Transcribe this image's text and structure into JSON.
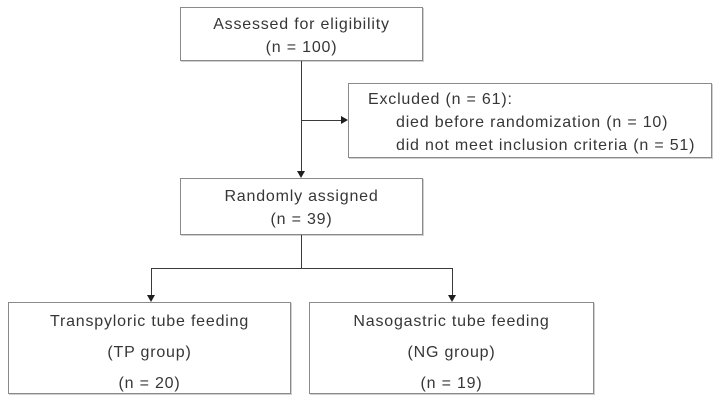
{
  "boxes": {
    "eligibility": {
      "line1": "Assessed for eligibility",
      "line2": "(n = 100)"
    },
    "excluded": {
      "title": "Excluded (n = 61):",
      "items": [
        "died before randomization (n = 10)",
        "did not meet inclusion criteria (n = 51)"
      ]
    },
    "randomized": {
      "line1": "Randomly assigned",
      "line2": "(n = 39)"
    },
    "tp_group": {
      "line1": "Transpyloric tube feeding",
      "line2": "(TP group)",
      "line3": "(n = 20)"
    },
    "ng_group": {
      "line1": "Nasogastric tube feeding",
      "line2": "(NG group)",
      "line3": "(n = 19)"
    }
  },
  "colors": {
    "box_border": "#8a8a8a",
    "text": "#363636",
    "connector": "#3a3a3a",
    "arrow": "#1f1f1f",
    "background": "#ffffff"
  }
}
